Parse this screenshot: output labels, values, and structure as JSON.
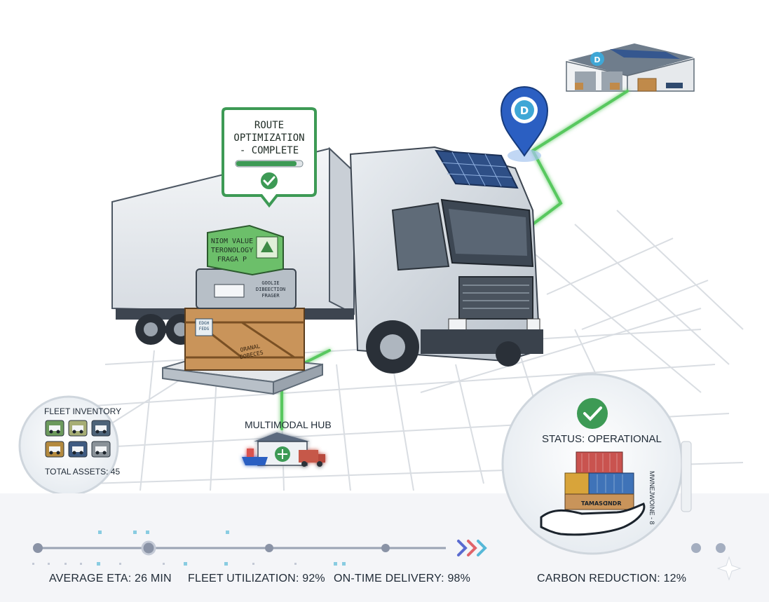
{
  "route_card": {
    "title": "ROUTE\nOPTIMIZATION\n- COMPLETE",
    "progress": 0.92,
    "icon": "check-circle-icon"
  },
  "cargo": {
    "top_box_text": "NIOM VALUE\nTERONOLOGY\nFRAGA P",
    "middle_case_text": "GOOLIE\nDIBEECTION\nFRAGER",
    "crate_label_a": "EDGH\nFEDG",
    "crate_label_b": "ORANAL\nDOBECES"
  },
  "fleet_inventory": {
    "title": "FLEET INVENTORY",
    "total": "TOTAL ASSETS: 45",
    "icons": [
      "truck-icon",
      "van-icon",
      "van-icon",
      "truck-icon",
      "car-icon",
      "car-icon"
    ],
    "colors": [
      "#6c9a5d",
      "#a6ad74",
      "#4d6378",
      "#b48a3e",
      "#3f5b82",
      "#8a9299"
    ]
  },
  "multimodal_hub": {
    "title": "MULTIMODAL HUB"
  },
  "status_panel": {
    "status": "STATUS: OPERATIONAL",
    "side_text": "MWNEJWOINE - 8",
    "container_labels": [
      "TAMASC",
      "INDR"
    ]
  },
  "stats": {
    "average_eta": "AVERAGE ETA: 26 MIN",
    "fleet_utilization": "FLEET UTILIZATION: 92%",
    "on_time_delivery": "ON-TIME DELIVERY: 98%",
    "carbon_reduction": "CARBON REDUCTION: 12%"
  },
  "colors": {
    "route_green": "#58c85e",
    "accent_green": "#3d9a55",
    "pin_blue": "#2b5fc2",
    "timeline": "#9aa3b3",
    "arrow_colors": [
      "#5a6bd0",
      "#e0646a",
      "#56b8d8"
    ]
  }
}
